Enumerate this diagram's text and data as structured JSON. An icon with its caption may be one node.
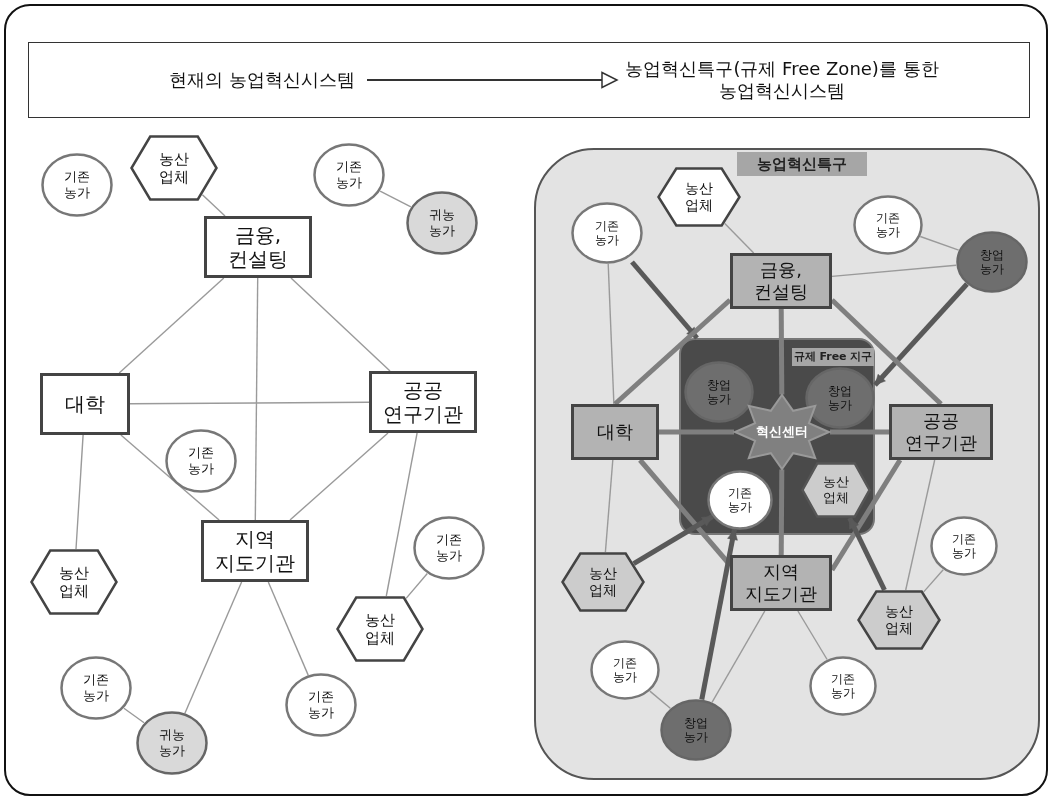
{
  "diagram": {
    "nodes": [
      {
        "text": [
          "현재의 농업혁신시스템"
        ]
      },
      {
        "text": [
          "농업혁신특구(규제 Free Zone)를 통한 농업혁신시스템"
        ]
      },
      {
        "text": [
          "기존 농가"
        ]
      },
      {
        "text": [
          "농산 업체"
        ]
      },
      {
        "text": [
          "기존 농가"
        ]
      },
      {
        "text": [
          "귀농 농가"
        ]
      },
      {
        "text": [
          "금융, 컨설팅"
        ]
      },
      {
        "text": [
          "대학"
        ]
      },
      {
        "text": [
          "공공 연구기관"
        ]
      },
      {
        "text": [
          "기존 농가"
        ]
      },
      {
        "text": [
          "지역 지도기관"
        ]
      },
      {
        "text": [
          "농산 업체"
        ]
      },
      {
        "text": [
          "기존 농가"
        ]
      },
      {
        "text": [
          "농산 업체"
        ]
      },
      {
        "text": [
          "기존 농가"
        ]
      },
      {
        "text": [
          "기존 농가"
        ]
      },
      {
        "text": [
          "귀농 농가"
        ]
      },
      {
        "text": [
          "농업혁신특구"
        ]
      },
      {
        "text": [
          "농산 업체"
        ],
        "in": 17
      },
      {
        "text": [
          "기존 농가"
        ],
        "in": 17
      },
      {
        "text": [
          "기존 농가"
        ],
        "in": 17
      },
      {
        "text": [
          "창업 농가"
        ],
        "in": 17
      },
      {
        "text": [
          "금융, 컨설팅"
        ],
        "in": 17
      },
      {
        "text": [
          "규제 Free 지구"
        ],
        "in": 17
      },
      {
        "text": [
          "창업 농가"
        ],
        "in": 23
      },
      {
        "text": [
          "창업 농가"
        ],
        "in": 23
      },
      {
        "text": [
          "대학"
        ],
        "in": 17
      },
      {
        "text": [
          "혁신센터"
        ],
        "in": 23
      },
      {
        "text": [
          "공공 연구기관"
        ],
        "in": 17
      },
      {
        "text": [
          "농산 업체"
        ],
        "in": 23
      },
      {
        "text": [
          "기존 농가"
        ],
        "in": 23
      },
      {
        "text": [
          "농산 업체"
        ],
        "in": 17
      },
      {
        "text": [
          "지역 지도기관"
        ],
        "in": 17
      },
      {
        "text": [
          "기존 농가"
        ],
        "in": 17
      },
      {
        "text": [
          "농산 업체"
        ],
        "in": 17
      },
      {
        "text": [
          "기존 농가"
        ],
        "in": 17
      },
      {
        "text": [
          "기존 농가"
        ],
        "in": 17
      },
      {
        "text": [
          "창업 농가"
        ],
        "in": 17
      }
    ],
    "edges": [
      {
        "from": 0,
        "to": 1,
        "arrow": "to",
        "color": "#333333"
      },
      {
        "from": 3,
        "to": 6,
        "arrow": "none"
      },
      {
        "from": 4,
        "to": 5,
        "arrow": "none"
      },
      {
        "from": 6,
        "to": 7,
        "arrow": "none"
      },
      {
        "from": 6,
        "to": 8,
        "arrow": "none"
      },
      {
        "from": 6,
        "to": 10,
        "arrow": "none"
      },
      {
        "from": 7,
        "to": 8,
        "arrow": "none"
      },
      {
        "from": 7,
        "to": 11,
        "arrow": "none"
      },
      {
        "from": 7,
        "to": 10,
        "arrow": "none"
      },
      {
        "from": 8,
        "to": 10,
        "arrow": "none"
      },
      {
        "from": 8,
        "to": 13,
        "arrow": "none"
      },
      {
        "from": 12,
        "to": 13,
        "arrow": "none"
      },
      {
        "from": 10,
        "to": 16,
        "arrow": "none"
      },
      {
        "from": 10,
        "to": 15,
        "arrow": "none"
      },
      {
        "from": 14,
        "to": 16,
        "arrow": "none"
      },
      {
        "from": 18,
        "to": 22,
        "arrow": "none"
      },
      {
        "from": 19,
        "to": 26,
        "arrow": "none"
      },
      {
        "from": 19,
        "to": 23,
        "arrow": "to",
        "style": "thick",
        "color": "#595959"
      },
      {
        "from": 20,
        "to": 21,
        "arrow": "none"
      },
      {
        "from": 21,
        "to": 22,
        "arrow": "none"
      },
      {
        "from": 21,
        "to": 23,
        "arrow": "to",
        "style": "thick",
        "color": "#595959"
      },
      {
        "from": 22,
        "to": 26,
        "arrow": "none",
        "style": "thick"
      },
      {
        "from": 22,
        "to": 28,
        "arrow": "none",
        "style": "thick"
      },
      {
        "from": 22,
        "to": 27,
        "arrow": "none",
        "style": "thick"
      },
      {
        "from": 26,
        "to": 27,
        "arrow": "none",
        "style": "thick"
      },
      {
        "from": 27,
        "to": 28,
        "arrow": "none",
        "style": "thick"
      },
      {
        "from": 27,
        "to": 32,
        "arrow": "none",
        "style": "thick"
      },
      {
        "from": 26,
        "to": 32,
        "arrow": "none",
        "style": "thick"
      },
      {
        "from": 28,
        "to": 32,
        "arrow": "none",
        "style": "thick"
      },
      {
        "from": 26,
        "to": 31,
        "arrow": "none"
      },
      {
        "from": 28,
        "to": 34,
        "arrow": "none"
      },
      {
        "from": 33,
        "to": 34,
        "arrow": "none"
      },
      {
        "from": 31,
        "to": 30,
        "arrow": "to",
        "style": "thick",
        "color": "#595959"
      },
      {
        "from": 34,
        "to": 29,
        "arrow": "to",
        "style": "thick",
        "color": "#595959"
      },
      {
        "from": 37,
        "to": 30,
        "arrow": "to",
        "style": "thick",
        "color": "#595959"
      },
      {
        "from": 35,
        "to": 37,
        "arrow": "none"
      },
      {
        "from": 32,
        "to": 37,
        "arrow": "none"
      },
      {
        "from": 32,
        "to": 36,
        "arrow": "none"
      }
    ]
  }
}
